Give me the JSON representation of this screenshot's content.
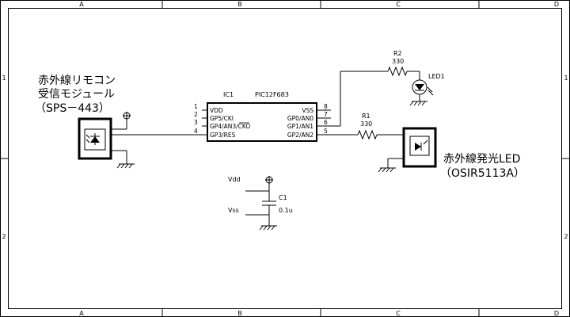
{
  "frame": {
    "col_labels": [
      "A",
      "B",
      "C",
      "D"
    ],
    "row_labels": [
      "1",
      "2"
    ]
  },
  "ic": {
    "ref": "IC1",
    "part": "PIC12F683",
    "left_pins": [
      {
        "num": "1",
        "name": "VDD"
      },
      {
        "num": "2",
        "name": "GP5/CKI"
      },
      {
        "num": "3",
        "name": "GP4/AN3/CKO"
      },
      {
        "num": "4",
        "name": "GP3/RES"
      }
    ],
    "right_pins": [
      {
        "num": "8",
        "name": "VSS"
      },
      {
        "num": "7",
        "name": "GP0/AN0"
      },
      {
        "num": "6",
        "name": "GP1/AN1"
      },
      {
        "num": "5",
        "name": "GP2/AN2"
      }
    ]
  },
  "ir_receiver": {
    "line1": "赤外線リモコン",
    "line2": "受信モジュール",
    "line3": "（SPS－443）"
  },
  "ir_led": {
    "line1": "赤外線発光LED",
    "line2": "（OSIR5113A）"
  },
  "r1": {
    "ref": "R1",
    "value": "330"
  },
  "r2": {
    "ref": "R2",
    "value": "330"
  },
  "led1": {
    "ref": "LED1"
  },
  "c1": {
    "ref": "C1",
    "value": "0.1u",
    "vdd_label": "Vdd",
    "vss_label": "Vss"
  }
}
